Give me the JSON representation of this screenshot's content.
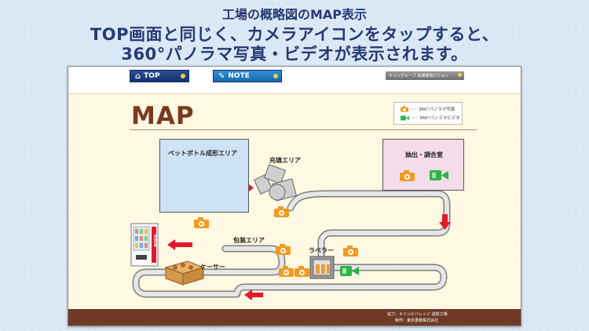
{
  "header": {
    "line1": "工場の概略図のMAP表示",
    "line2": "TOP画面と同じく、カメラアイコンをタップすると、",
    "line3": "360°パノラマ写真・ビデオが表示されます。"
  },
  "nav": {
    "top_label": "TOP",
    "note_label": "NOTE",
    "credit_button": "キリングループ 長期環境ビジョン"
  },
  "map": {
    "title": "MAP",
    "legend": {
      "photo": "･･･ 360°パノラマ写真",
      "video": "･･･ 360°パノラマビデオ"
    },
    "areas": {
      "pet": "ペットボトル成形エリア",
      "filling": "充填エリア",
      "extract": "抽出・調合室",
      "labeler": "ラベラー",
      "packaging": "包装エリア",
      "caser": "ケーサー"
    },
    "vending_text": "KIRIN"
  },
  "footer": {
    "cooperation": "協力：キリンビバレッジ 滋賀工場",
    "production": "制作：東京書籍株式会社"
  },
  "colors": {
    "header_text": "#263a73",
    "accent_red": "#e3182d",
    "camera": "#f29a22",
    "video": "#2db34a",
    "frame_bottom": "#6e3a26"
  }
}
